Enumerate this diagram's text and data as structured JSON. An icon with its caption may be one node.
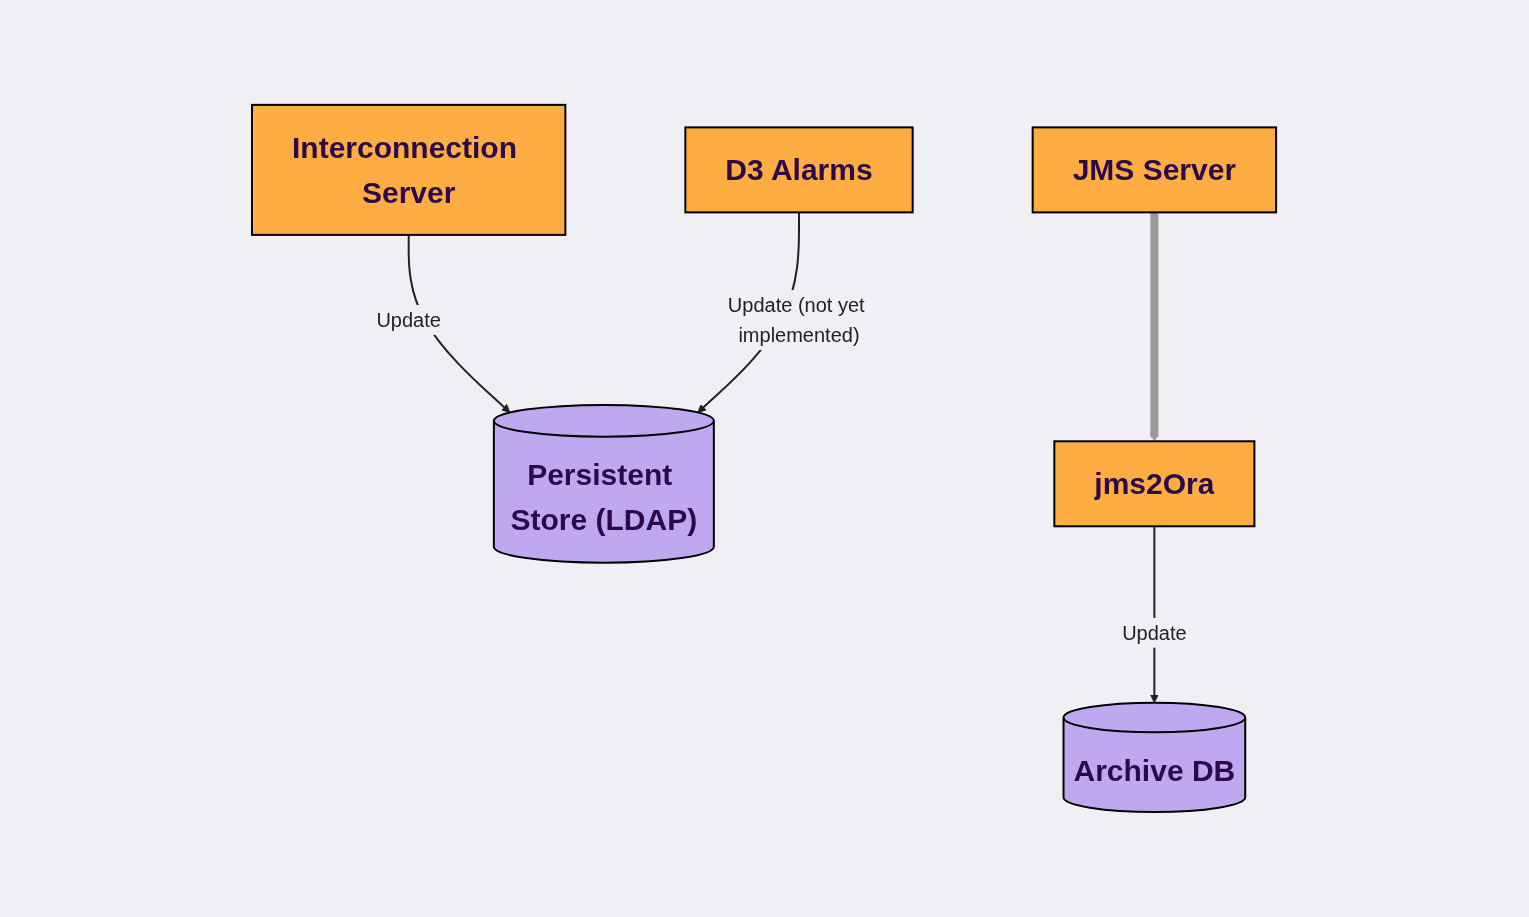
{
  "diagram": {
    "nodes": [
      {
        "text": [
          "Interconnection Server"
        ]
      },
      {
        "text": [
          "D3 Alarms"
        ]
      },
      {
        "text": [
          "Persistent Store (LDAP)"
        ]
      },
      {
        "text": [
          "JMS Server"
        ]
      },
      {
        "text": [
          "jms2Ora"
        ]
      },
      {
        "text": [
          "Archive DB"
        ]
      }
    ],
    "edges": [
      {
        "from": 0,
        "to": 2,
        "arrow": "to",
        "label": "Update"
      },
      {
        "from": 1,
        "to": 2,
        "arrow": "to",
        "label": "Update (not yet implemented)"
      },
      {
        "from": 3,
        "to": 4,
        "arrow": "to",
        "style": "thick",
        "color": "#999999"
      },
      {
        "from": 4,
        "to": 5,
        "arrow": "to",
        "label": "Update"
      }
    ]
  }
}
